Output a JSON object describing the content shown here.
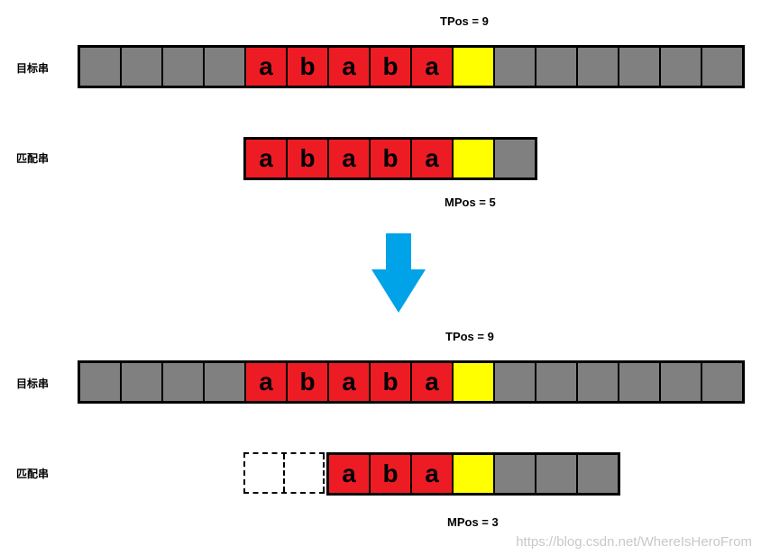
{
  "top": {
    "target_label": "目标串",
    "pattern_label": "匹配串",
    "tpos": "TPos = 9",
    "mpos": "MPos = 5",
    "target_cells": [
      {
        "t": "",
        "c": "gray"
      },
      {
        "t": "",
        "c": "gray"
      },
      {
        "t": "",
        "c": "gray"
      },
      {
        "t": "",
        "c": "gray"
      },
      {
        "t": "a",
        "c": "red"
      },
      {
        "t": "b",
        "c": "red"
      },
      {
        "t": "a",
        "c": "red"
      },
      {
        "t": "b",
        "c": "red"
      },
      {
        "t": "a",
        "c": "red"
      },
      {
        "t": "",
        "c": "yellow"
      },
      {
        "t": "",
        "c": "gray"
      },
      {
        "t": "",
        "c": "gray"
      },
      {
        "t": "",
        "c": "gray"
      },
      {
        "t": "",
        "c": "gray"
      },
      {
        "t": "",
        "c": "gray"
      },
      {
        "t": "",
        "c": "gray"
      }
    ],
    "pattern_cells": [
      {
        "t": "a",
        "c": "red"
      },
      {
        "t": "b",
        "c": "red"
      },
      {
        "t": "a",
        "c": "red"
      },
      {
        "t": "b",
        "c": "red"
      },
      {
        "t": "a",
        "c": "red"
      },
      {
        "t": "",
        "c": "yellow"
      },
      {
        "t": "",
        "c": "gray"
      }
    ]
  },
  "bottom": {
    "target_label": "目标串",
    "pattern_label": "匹配串",
    "tpos": "TPos = 9",
    "mpos": "MPos = 3",
    "target_cells": [
      {
        "t": "",
        "c": "gray"
      },
      {
        "t": "",
        "c": "gray"
      },
      {
        "t": "",
        "c": "gray"
      },
      {
        "t": "",
        "c": "gray"
      },
      {
        "t": "a",
        "c": "red"
      },
      {
        "t": "b",
        "c": "red"
      },
      {
        "t": "a",
        "c": "red"
      },
      {
        "t": "b",
        "c": "red"
      },
      {
        "t": "a",
        "c": "red"
      },
      {
        "t": "",
        "c": "yellow"
      },
      {
        "t": "",
        "c": "gray"
      },
      {
        "t": "",
        "c": "gray"
      },
      {
        "t": "",
        "c": "gray"
      },
      {
        "t": "",
        "c": "gray"
      },
      {
        "t": "",
        "c": "gray"
      },
      {
        "t": "",
        "c": "gray"
      }
    ],
    "pattern_cells": [
      {
        "t": "a",
        "c": "red"
      },
      {
        "t": "b",
        "c": "red"
      },
      {
        "t": "a",
        "c": "red"
      },
      {
        "t": "",
        "c": "yellow"
      },
      {
        "t": "",
        "c": "gray"
      },
      {
        "t": "",
        "c": "gray"
      },
      {
        "t": "",
        "c": "gray"
      }
    ]
  },
  "colors": {
    "match": "#ed1c24",
    "mismatch": "#ffff00",
    "other": "#808080",
    "arrow": "#00a2e8"
  },
  "watermark": "https://blog.csdn.net/WhereIsHeroFrom"
}
